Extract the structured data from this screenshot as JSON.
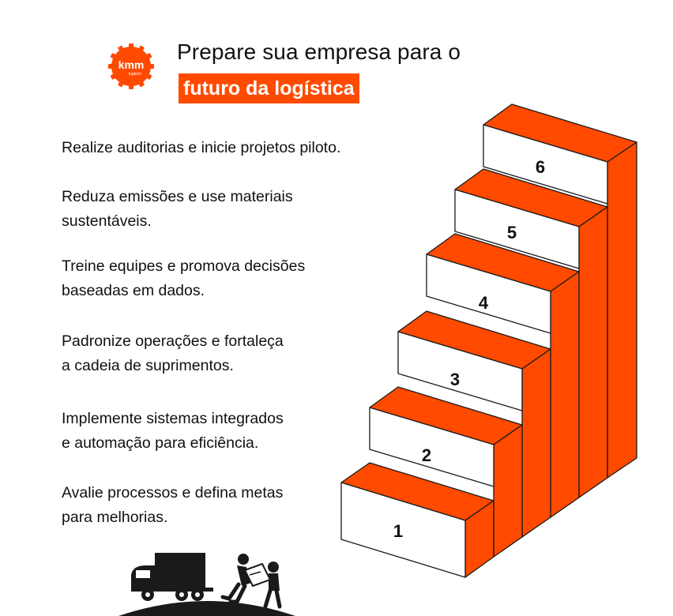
{
  "brand": {
    "logo_text": "kmm",
    "logo_subtext": "logtech",
    "accent_color": "#ff4a00"
  },
  "header": {
    "title_line1": "Prepare sua empresa para o",
    "title_line2": "futuro da logística"
  },
  "steps": [
    {
      "number": "1",
      "text_line1": "Avalie processos e defina metas",
      "text_line2": "para melhorias."
    },
    {
      "number": "2",
      "text_line1": "Implemente sistemas integrados",
      "text_line2": "e automação para eficiência."
    },
    {
      "number": "3",
      "text_line1": "Padronize operações e fortaleça",
      "text_line2": "a cadeia de suprimentos."
    },
    {
      "number": "4",
      "text_line1": "Treine equipes e promova decisões",
      "text_line2": "baseadas em dados."
    },
    {
      "number": "5",
      "text_line1": "Reduza emissões e use materiais",
      "text_line2": "sustentáveis."
    },
    {
      "number": "6",
      "text_line1": "Realize auditorias e inicie projetos piloto.",
      "text_line2": ""
    }
  ],
  "illustration": {
    "subject": "delivery-truck-and-movers-icon"
  }
}
